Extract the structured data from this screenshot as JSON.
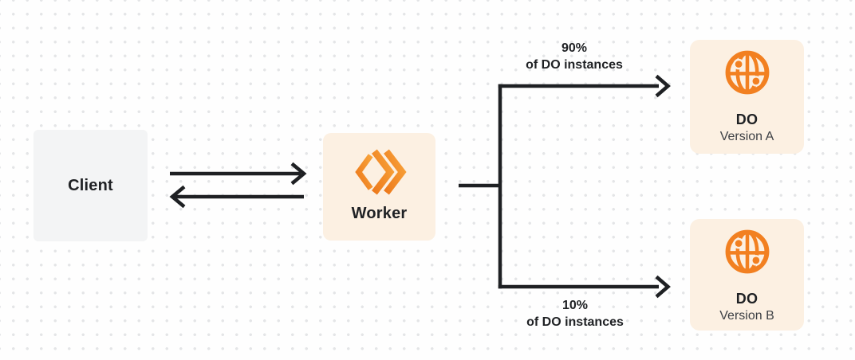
{
  "diagram": {
    "client": {
      "label": "Client"
    },
    "worker": {
      "label": "Worker"
    },
    "branch_top": {
      "percent": "90%",
      "caption": "of DO instances"
    },
    "branch_bottom": {
      "percent": "10%",
      "caption": "of DO instances"
    },
    "do_a": {
      "title": "DO",
      "subtitle": "Version A"
    },
    "do_b": {
      "title": "DO",
      "subtitle": "Version B"
    }
  },
  "icons": {
    "worker_logo": "cloudflare-workers-logo",
    "do_globe": "durable-object-globe"
  },
  "colors": {
    "accent-orange": "#f28021",
    "accent-orange-light": "#fbad41",
    "box-cream": "#fcf0e2",
    "box-gray": "#f3f4f5",
    "line-dark": "#1e2023",
    "text-dark": "#1f2124",
    "text-muted": "#3d4045",
    "dot-grid": "#e4e5e7",
    "background": "#fefefe"
  }
}
